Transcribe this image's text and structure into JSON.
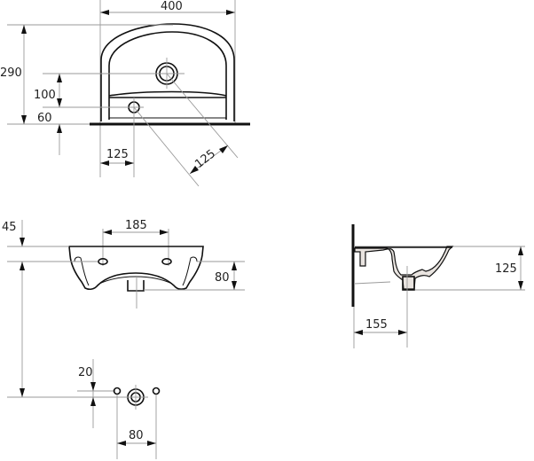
{
  "drawing": {
    "title": "Wall-hung washbasin technical drawing",
    "views": {
      "top_view": {
        "dimensions": {
          "width": "400",
          "depth": "290",
          "tap_hole_from_overflow": "100",
          "overflow_from_wall": "60",
          "overflow_from_left": "125",
          "tap_to_overflow_diagonal": "125"
        }
      },
      "front_view": {
        "dimensions": {
          "fixing_holes_spacing": "185",
          "rim_to_fixing_holes": "45",
          "fixing_holes_to_bottom": "80"
        }
      },
      "side_section": {
        "dimensions": {
          "height": "125",
          "wall_to_waste": "155"
        }
      },
      "fixing_detail": {
        "dimensions": {
          "offset_vertical": "20",
          "bolt_spacing": "80"
        }
      }
    }
  }
}
